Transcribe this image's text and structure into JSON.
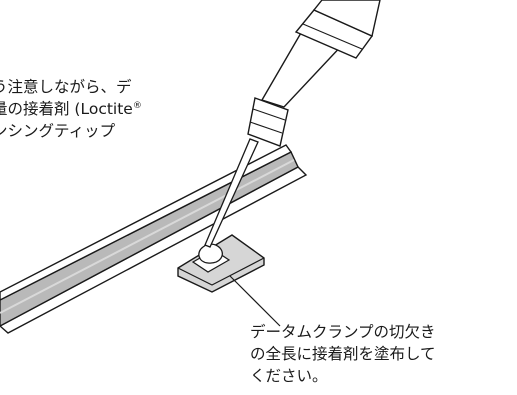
{
  "callout_top": {
    "line1": "う注意しながら、デ",
    "line2_prefix": "量の接着剤 (Loctite",
    "line2_mark": "®",
    "line3": "ンシングティップ"
  },
  "callout_bottom": {
    "line1": "データムクランプの切欠き",
    "line2": "の全長に接着剤を塗布して",
    "line3": "ください。"
  },
  "colors": {
    "ink": "#1a1a1a",
    "strip_fill": "#b9b9b9",
    "clamp_fill": "#d6d6d6",
    "tip_fill": "#ffffff"
  },
  "icons": {
    "dispensing_tip": "syringe-tip",
    "datum_clamp": "clamp-plate",
    "adhesive": "adhesive-drop"
  }
}
